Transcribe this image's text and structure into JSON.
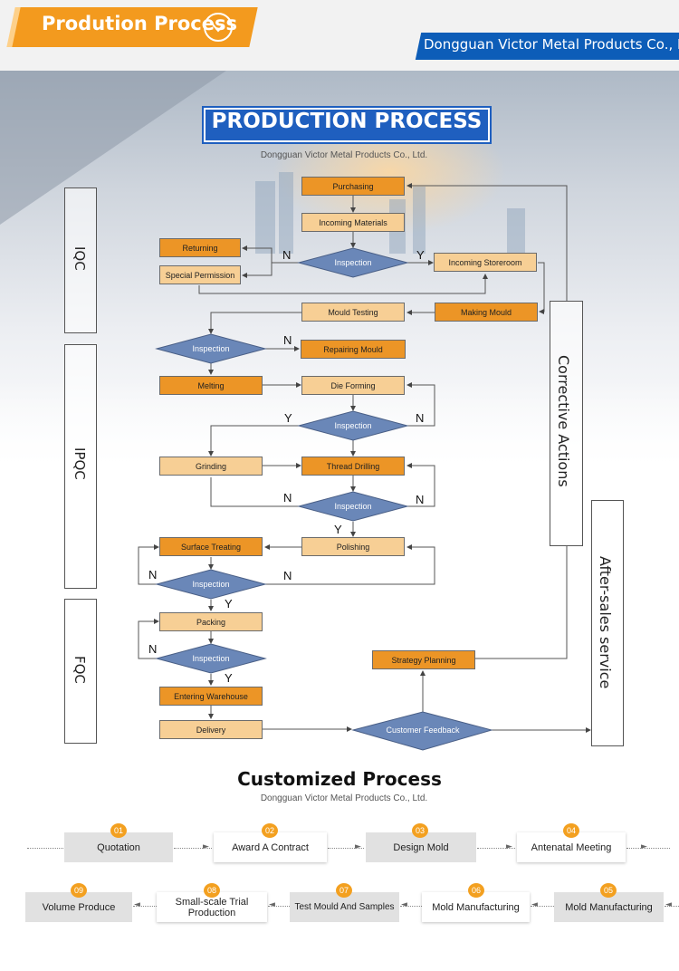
{
  "header": {
    "title": "Prodution Process",
    "company": "Dongguan Victor Metal Products Co., Ltd."
  },
  "diagram": {
    "title": "PRODUCTION PROCESS",
    "subtitle": "Dongguan Victor Metal Products Co., Ltd.",
    "stages": {
      "iqc": "IQC",
      "ipqc": "IPQC",
      "fqc": "FQC"
    },
    "side": {
      "corrective": "Corrective Actions",
      "after_sales": "After-sales service"
    },
    "nodes": {
      "purchasing": "Purchasing",
      "incoming_materials": "Incoming Materials",
      "returning": "Returning",
      "special_permission": "Special Permission",
      "inspection": "Inspection",
      "incoming_storeroom": "Incoming Storeroom",
      "mould_testing": "Mould Testing",
      "making_mould": "Making Mould",
      "repairing_mould": "Repairing Mould",
      "melting": "Melting",
      "die_forming": "Die Forming",
      "grinding": "Grinding",
      "thread_drilling": "Thread Drilling",
      "polishing": "Polishing",
      "surface_treating": "Surface Treating",
      "packing": "Packing",
      "entering_warehouse": "Entering Warehouse",
      "delivery": "Delivery",
      "customer_feedback": "Customer Feedback",
      "strategy_planning": "Strategy Planning"
    },
    "yes": "Y",
    "no": "N"
  },
  "customized": {
    "title": "Customized Process",
    "subtitle": "Dongguan Victor Metal Products Co., Ltd.",
    "steps": [
      {
        "num": "01",
        "label": "Quotation"
      },
      {
        "num": "02",
        "label": "Award A Contract"
      },
      {
        "num": "03",
        "label": "Design Mold"
      },
      {
        "num": "04",
        "label": "Antenatal Meeting"
      },
      {
        "num": "05",
        "label": "Mold Manufacturing"
      },
      {
        "num": "06",
        "label": "Mold Manufacturing"
      },
      {
        "num": "07",
        "label": "Test Mould And Samples"
      },
      {
        "num": "08",
        "label": "Small-scale Trial Production"
      },
      {
        "num": "09",
        "label": "Volume Produce"
      }
    ]
  },
  "colors": {
    "orange_dark": "#ec9526",
    "orange_light": "#f7cf95",
    "diamond": "#6a87b8",
    "banner": "#1f5fbf",
    "header_bar": "#0d5db8"
  }
}
